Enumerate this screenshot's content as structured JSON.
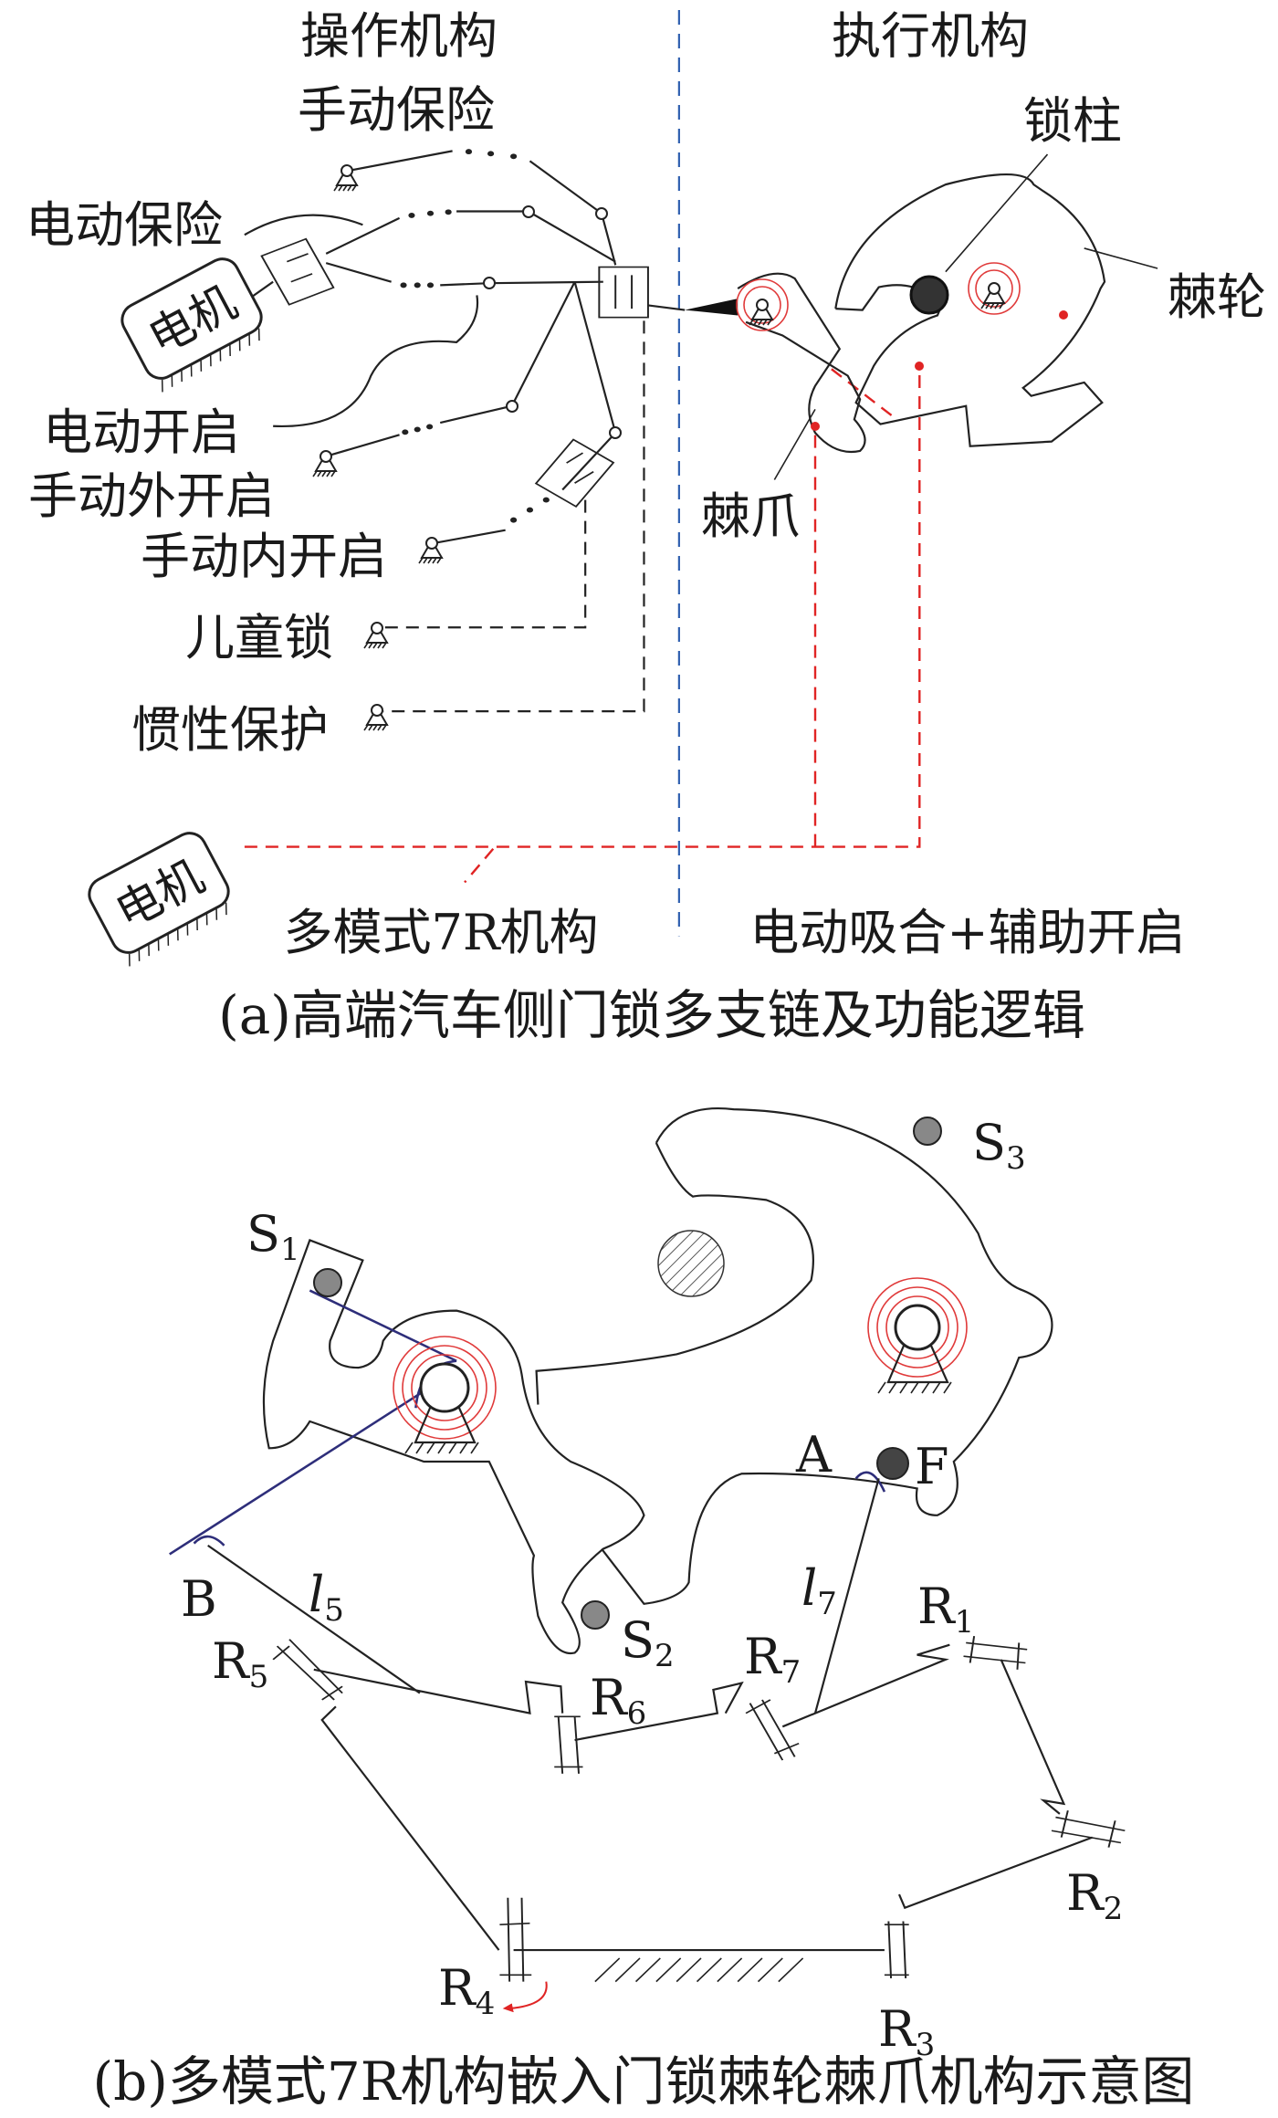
{
  "panel_a": {
    "caption": "(a)高端汽车侧门锁多支链及功能逻辑",
    "headers": {
      "operating": "操作机构",
      "executing": "执行机构"
    },
    "labels": {
      "manual_safety": "手动保险",
      "electric_safety": "电动保险",
      "motor": "电机",
      "electric_open": "电动开启",
      "manual_outer_open": "手动外开启",
      "manual_inner_open": "手动内开启",
      "child_lock": "儿童锁",
      "inertia_protection": "惯性保护",
      "lock_post": "锁柱",
      "ratchet": "棘轮",
      "pawl": "棘爪",
      "motor2": "电机",
      "mechanism_7r": "多模式7R机构",
      "electric_cinch": "电动吸合+辅助开启"
    }
  },
  "panel_b": {
    "caption": "(b)多模式7R机构嵌入门锁棘轮棘爪机构示意图",
    "labels": {
      "S1": {
        "main": "S",
        "sub": "1"
      },
      "S2": {
        "main": "S",
        "sub": "2"
      },
      "S3": {
        "main": "S",
        "sub": "3"
      },
      "A": "A",
      "B": "B",
      "F": "F",
      "l5": {
        "main": "l",
        "sub": "5"
      },
      "l7": {
        "main": "l",
        "sub": "7"
      },
      "R1": {
        "main": "R",
        "sub": "1"
      },
      "R2": {
        "main": "R",
        "sub": "2"
      },
      "R3": {
        "main": "R",
        "sub": "3"
      },
      "R4": {
        "main": "R",
        "sub": "4"
      },
      "R5": {
        "main": "R",
        "sub": "5"
      },
      "R6": {
        "main": "R",
        "sub": "6"
      },
      "R7": {
        "main": "R",
        "sub": "7"
      }
    }
  },
  "colors": {
    "spring": "#e03a3a",
    "signal": "#e02424",
    "divider": "#3060b0",
    "link_blue": "#2e2e7a"
  }
}
